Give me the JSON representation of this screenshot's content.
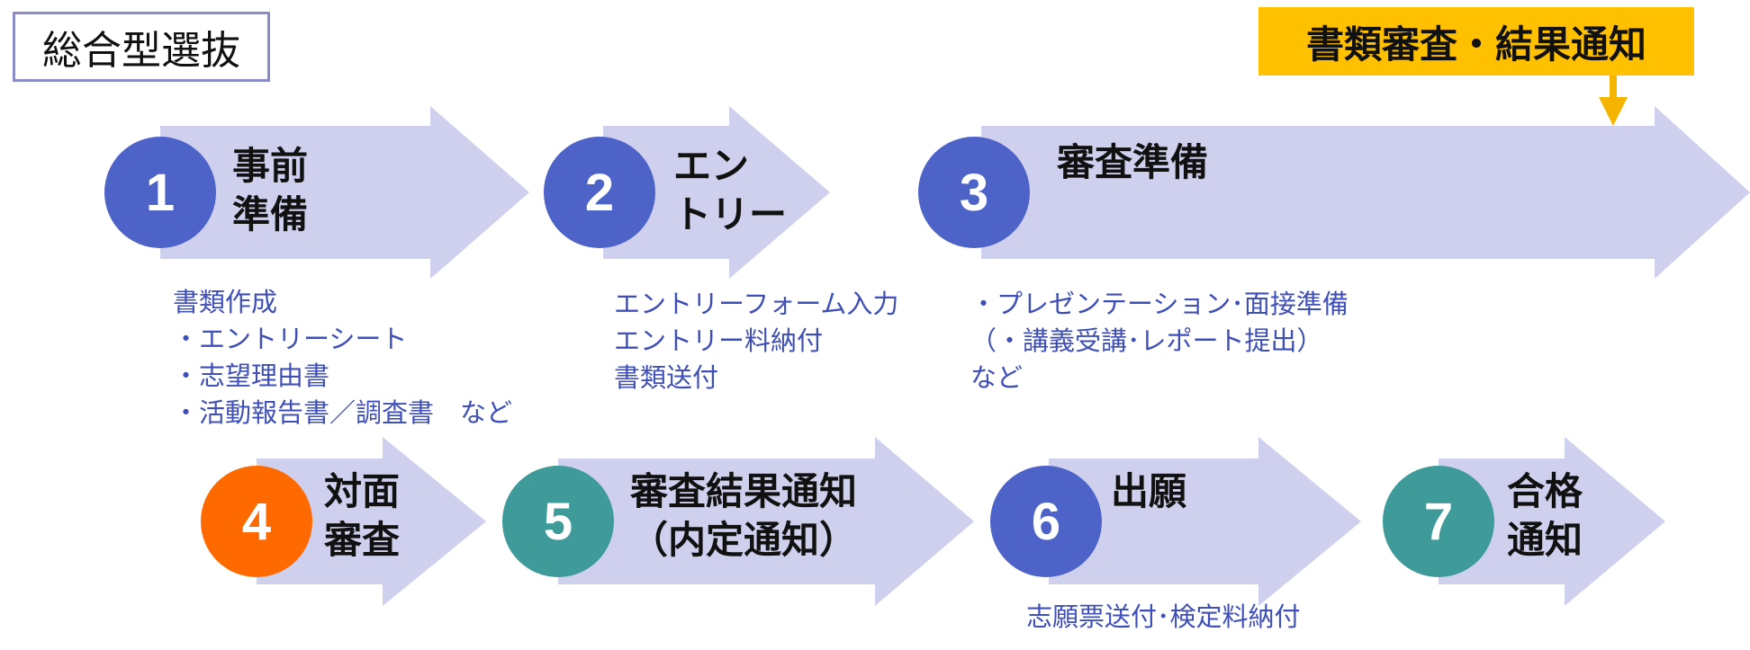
{
  "header": {
    "title": "総合型選抜",
    "callout": "書類審査・結果通知"
  },
  "steps": [
    {
      "num": "1",
      "title_lines": [
        "事前",
        "準備"
      ],
      "color": "#4e63c8"
    },
    {
      "num": "2",
      "title_lines": [
        "エン",
        "トリー"
      ],
      "color": "#4e63c8"
    },
    {
      "num": "3",
      "title_lines": [
        "審査準備"
      ],
      "color": "#4e63c8"
    },
    {
      "num": "4",
      "title_lines": [
        "対面",
        "審査"
      ],
      "color": "#ff6a00"
    },
    {
      "num": "5",
      "title_lines": [
        "審査結果通知",
        "（内定通知）"
      ],
      "color": "#3f9a9a"
    },
    {
      "num": "6",
      "title_lines": [
        "出願"
      ],
      "color": "#4e63c8"
    },
    {
      "num": "7",
      "title_lines": [
        "合格",
        "通知"
      ],
      "color": "#3f9a9a"
    }
  ],
  "descriptions": [
    {
      "step": "1",
      "lines": [
        "書類作成",
        "・エントリーシート",
        "・志望理由書",
        "・活動報告書／調査書　など"
      ]
    },
    {
      "step": "2",
      "lines": [
        "エントリーフォーム入力",
        "エントリー料納付",
        "書類送付"
      ]
    },
    {
      "step": "3",
      "lines": [
        "・プレゼンテーション･面接準備",
        "（・講義受講･レポート提出）",
        "など"
      ]
    },
    {
      "step": "6",
      "lines": [
        "志願票送付･検定料納付"
      ]
    }
  ],
  "colors": {
    "arrow": "#cfcfee",
    "callout": "#ffc000",
    "callout_arrow": "#f5b400",
    "text_blue": "#3f4fb8",
    "title_border": "#8b8bc8"
  }
}
